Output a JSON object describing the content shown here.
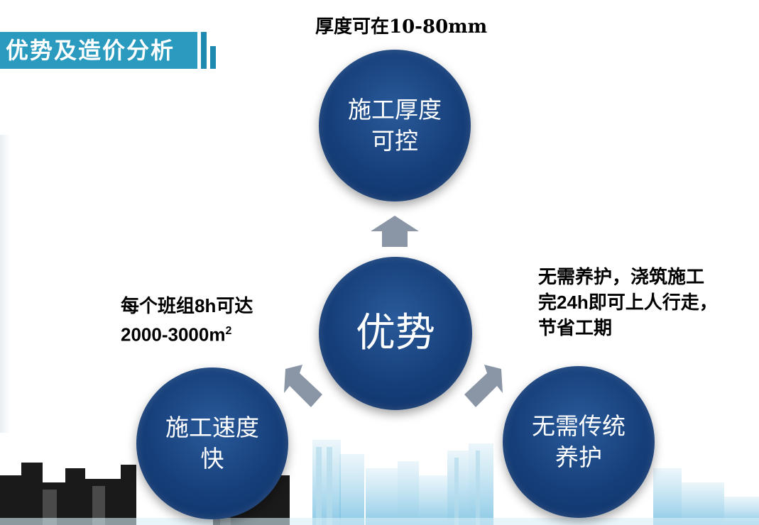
{
  "header": {
    "title": "优势及造价分析"
  },
  "top_caption": "厚度可在10-80mm",
  "left_caption": {
    "line1": "每个班组8h可达",
    "line2_prefix": "2000-3000m",
    "line2_sup": "2"
  },
  "right_caption": {
    "line1": "无需养护，浇筑施工",
    "line2": "完24h即可上人行走，",
    "line3": "节省工期"
  },
  "circles": {
    "top": "施工厚度可控",
    "center": "优势",
    "left": "施工速度快",
    "right": "无需传统养护"
  },
  "colors": {
    "circle": "#163f7a",
    "header": "#2a9bbf",
    "arrow": "#8a96a6"
  }
}
